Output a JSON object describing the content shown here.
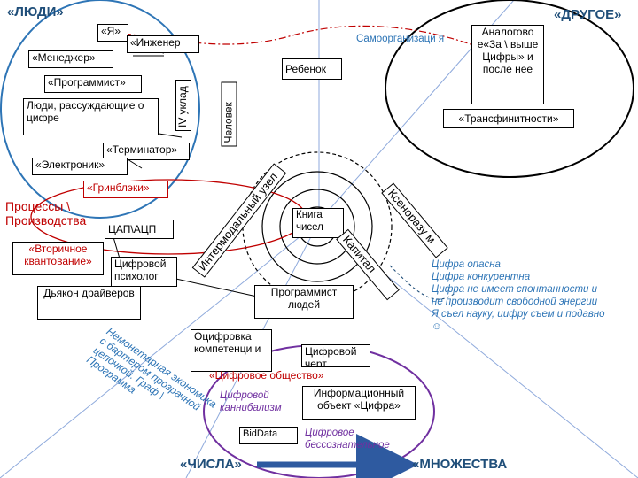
{
  "corners": {
    "people": "«ЛЮДИ»",
    "other": "«ДРУГОЕ»",
    "numbers": "«ЧИСЛА»",
    "sets": "«МНОЖЕСТВА"
  },
  "people_circle": {
    "ya": "«Я»",
    "engineer": "«Инженер",
    "manager": "«Менеджер»",
    "programmer": "«Программист»",
    "reasoning_people": "Люди, рассуждающие о цифре",
    "terminator": "«Терминатор»",
    "electronic": "«Электроник»",
    "grinblaki": "«Гринблэки»",
    "fourth_order": "IV уклад",
    "human": "Человек"
  },
  "other_circle": {
    "analog": "Аналогово е«За \\ выше Цифры» и после нее",
    "transfinite": "«Трансфинитности»"
  },
  "top_labels": {
    "self_org": "Самоорганизаци я",
    "child": "Ребенок"
  },
  "center": {
    "book": "Книга чисел",
    "intermodal": "Интермодальный узел",
    "xenorazum": "Ксеноразу м",
    "capital": "Капитал"
  },
  "left_mid": {
    "processes": "Процессы \\ Производства",
    "dac": "ЦАП\\АЦП",
    "secondary_quant": "«Вторичное квантование»",
    "digital_psych": "Цифровой психолог",
    "driver_deacon": "Дьякон драйверов",
    "people_programmer": "Программист людей"
  },
  "right_notes": [
    "Цифра опасна",
    "Цифра конкурентна",
    "Цифра не имеет спонтанности и не производит свободной энергии",
    "Я съел науку, цифру съем и подавно ☺"
  ],
  "bottom_circle": {
    "digitization": "Оцифровка компетенци и",
    "digital_devil": "Цифровой черт",
    "digital_society": "«Цифровое общество»",
    "cannibalism": "Цифровой каннибализм",
    "info_object": "Информационный объект «Цифра»",
    "bigdata": "BidData",
    "unconscious": "Цифровое бессознательное"
  },
  "slanted_note": "Немонетарная экономика с бартером прозрачной цепочкой. Граф \\ Программа",
  "colors": {
    "circle_blue": "#2e75b6",
    "circle_purple": "#7030a0",
    "accent_red": "#c00000",
    "heading_blue": "#1f4e79",
    "note_blue": "#2e75b6"
  }
}
